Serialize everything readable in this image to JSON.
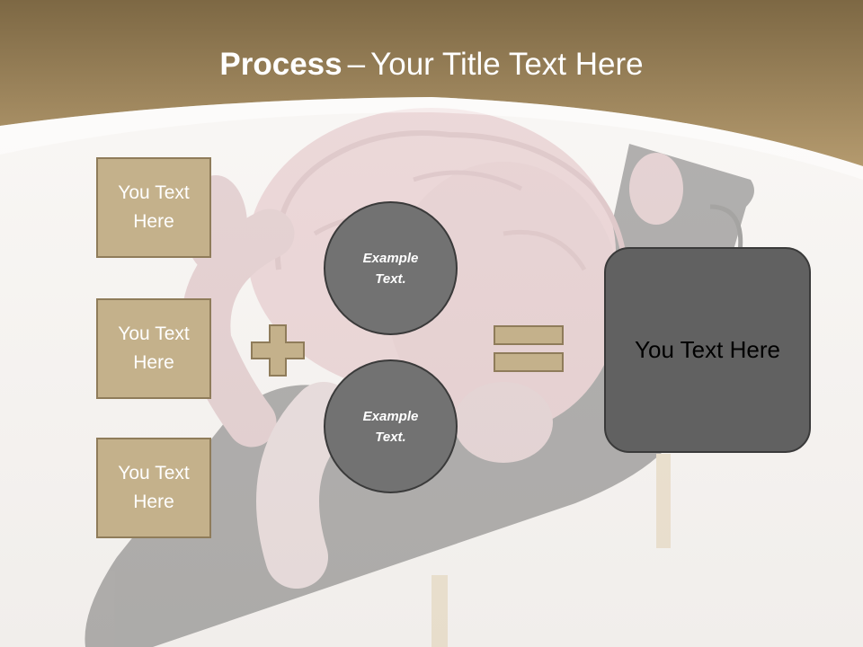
{
  "theme": {
    "accent_tan": "#c4b18b",
    "header_brown": "#a88e64",
    "circle_gray": "#727272",
    "result_gray": "#616161"
  },
  "title": {
    "bold": "Process",
    "separator": "–",
    "rest": "Your Title Text Here"
  },
  "left_boxes": [
    {
      "text": "You Text\nHere"
    },
    {
      "text": "You Text\nHere"
    },
    {
      "text": "You Text\nHere"
    }
  ],
  "operators": {
    "plus_icon": "plus-icon",
    "equals_icon": "equals-icon"
  },
  "circles": [
    {
      "text": "Example\nText."
    },
    {
      "text": "Example\nText."
    }
  ],
  "result": {
    "text": "You Text Here"
  }
}
